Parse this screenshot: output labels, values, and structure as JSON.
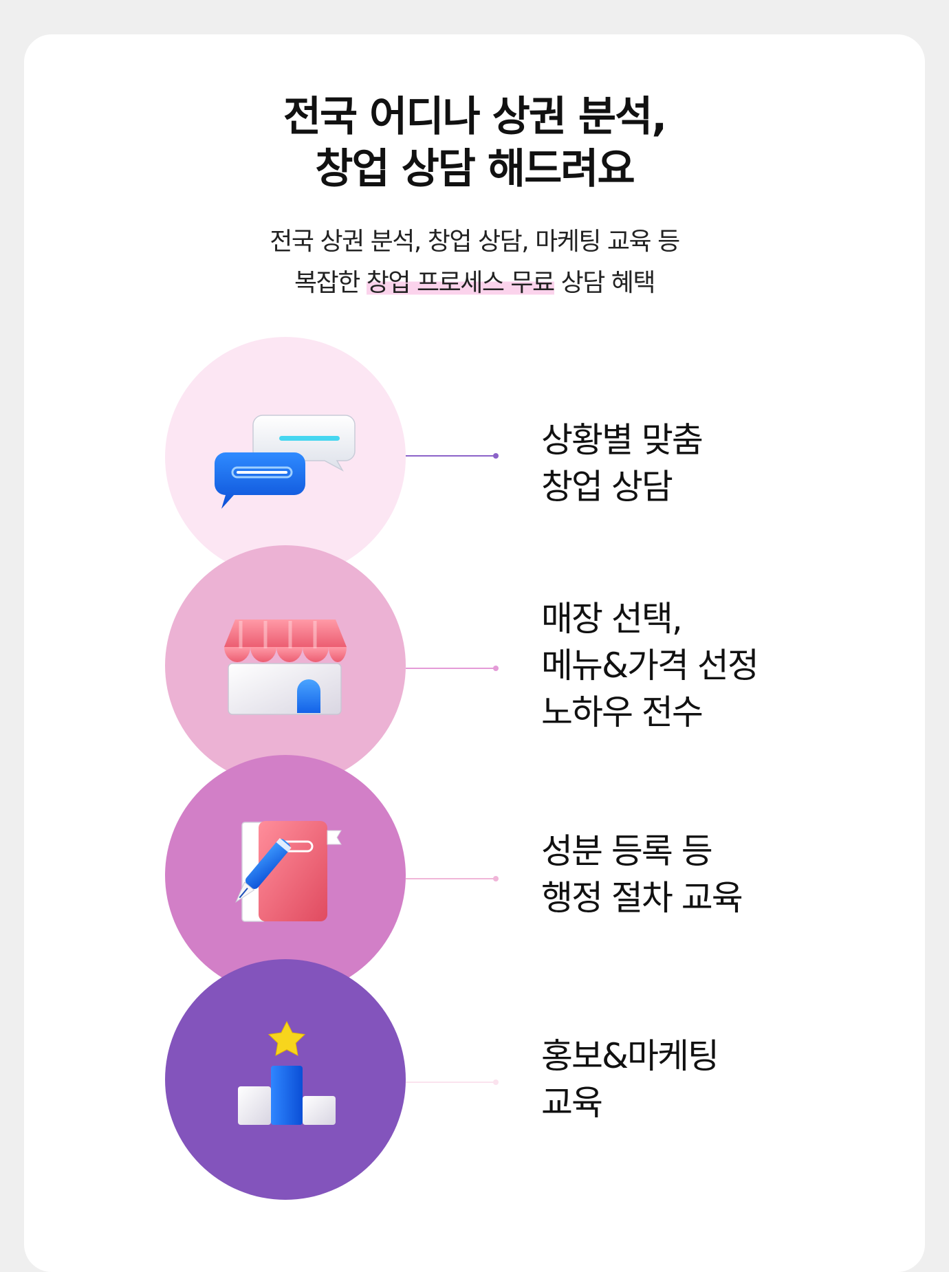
{
  "headline": {
    "line1": "전국 어디나 상권 분석,",
    "line2": "창업 상담 해드려요"
  },
  "subtitle": {
    "line1": "전국 상권 분석, 창업 상담, 마케팅 교육 등",
    "line2_pre": "복잡한 ",
    "line2_highlight": "창업 프로세스 무료",
    "line2_post": " 상담 혜택",
    "highlight_color": "#fbd3ec"
  },
  "items": [
    {
      "icon": "chat-bubbles-icon",
      "lines": [
        "상황별 맞춤",
        "창업 상담"
      ],
      "circle_color": "#fce6f3",
      "line_color": "#8b62c8"
    },
    {
      "icon": "storefront-icon",
      "lines": [
        "매장 선택,",
        "메뉴&가격 선정",
        "노하우 전수"
      ],
      "circle_color": "#ecb2d4",
      "line_color": "#e49bd7"
    },
    {
      "icon": "notebook-pen-icon",
      "lines": [
        "성분 등록 등",
        "행정 절차 교육"
      ],
      "circle_color": "#d27fc7",
      "line_color": "#f0b5d8"
    },
    {
      "icon": "podium-star-icon",
      "lines": [
        "홍보&마케팅",
        "교육"
      ],
      "circle_color": "#8354bc",
      "line_color": "#fbe3ee"
    }
  ]
}
